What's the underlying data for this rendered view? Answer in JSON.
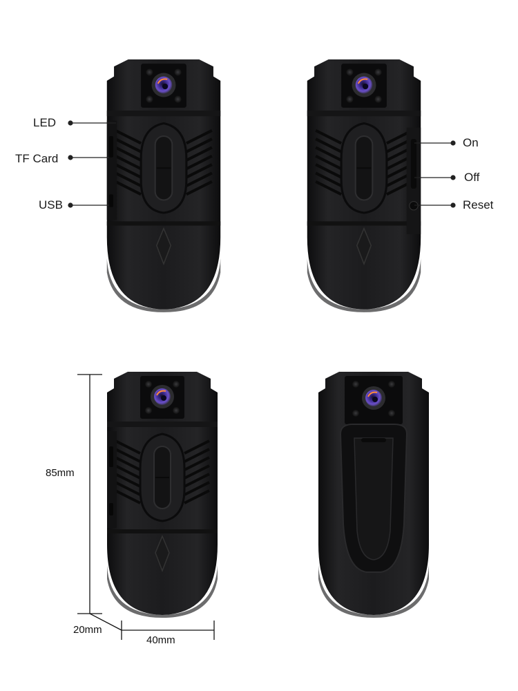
{
  "colors": {
    "background": "#ffffff",
    "body": "#1b1b1d",
    "body_shade": "#0c0c0d",
    "lens_ring": "#3a3a3c",
    "lens_glass": "#4d3aa8",
    "lens_highlight": "#ff7a2e",
    "label_text": "#1a1a1a"
  },
  "callouts": {
    "led": "LED",
    "tf_card": "TF Card",
    "usb": "USB",
    "on": "On",
    "off": "Off",
    "reset": "Reset"
  },
  "dimensions": {
    "height": "85mm",
    "depth": "20mm",
    "width": "40mm"
  },
  "views": [
    {
      "name": "left-side-view"
    },
    {
      "name": "right-side-view"
    },
    {
      "name": "front-dimension-view"
    },
    {
      "name": "back-clip-view"
    }
  ]
}
